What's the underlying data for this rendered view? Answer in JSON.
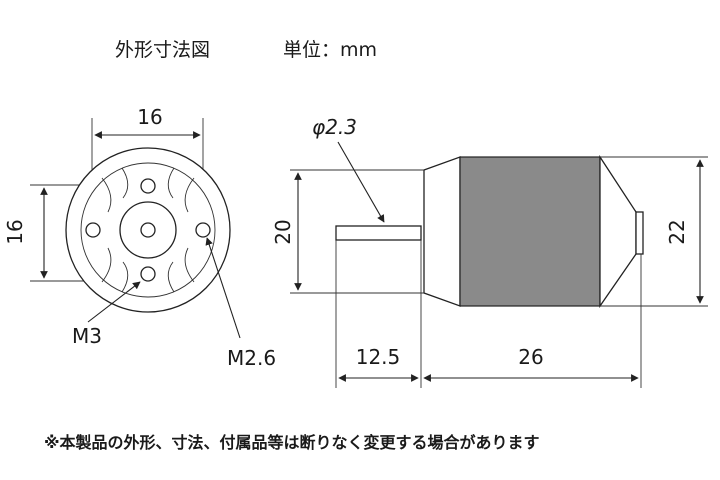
{
  "title": "外形寸法図",
  "unit": "単位：mm",
  "dimensions": {
    "front_width": "16",
    "front_height": "16",
    "shaft_diameter": "φ2.3",
    "body_inner": "20",
    "body_outer": "22",
    "shaft_length": "12.5",
    "body_length": "26"
  },
  "callouts": {
    "m3": "M3",
    "m26": "M2.6"
  },
  "footnote": "※本製品の外形、寸法、付属品等は断りなく変更する場合があります",
  "colors": {
    "body_band": "#8a8a8a",
    "line": "#222222"
  }
}
